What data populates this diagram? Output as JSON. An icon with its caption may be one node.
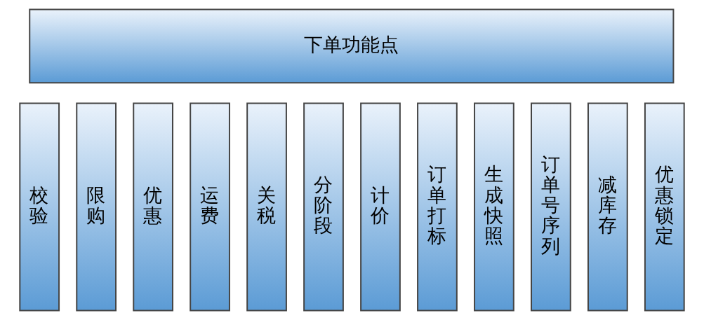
{
  "diagram": {
    "nodes": [
      {
        "text": [
          "下单功能点"
        ]
      },
      {
        "text": [
          "校验"
        ]
      },
      {
        "text": [
          "限购"
        ]
      },
      {
        "text": [
          "优惠"
        ]
      },
      {
        "text": [
          "运费"
        ]
      },
      {
        "text": [
          "关税"
        ]
      },
      {
        "text": [
          "分阶段"
        ]
      },
      {
        "text": [
          "计价"
        ]
      },
      {
        "text": [
          "订单打标"
        ]
      },
      {
        "text": [
          "生成快照"
        ]
      },
      {
        "text": [
          "订单号序列"
        ]
      },
      {
        "text": [
          "减库存"
        ]
      },
      {
        "text": [
          "优惠锁定"
        ]
      }
    ]
  }
}
